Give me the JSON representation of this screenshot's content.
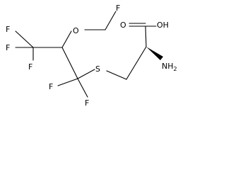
{
  "structure": {
    "line_color": "#000000",
    "background_color": "#ffffff",
    "atoms": {
      "f1": "F",
      "f2": "F",
      "f3": "F",
      "f4": "F",
      "f5": "F",
      "f6": "F",
      "o_ether": "O",
      "s": "S",
      "o_carbonyl": "O",
      "oh": "OH",
      "nh2": "NH",
      "nh2_sub": "2"
    }
  }
}
